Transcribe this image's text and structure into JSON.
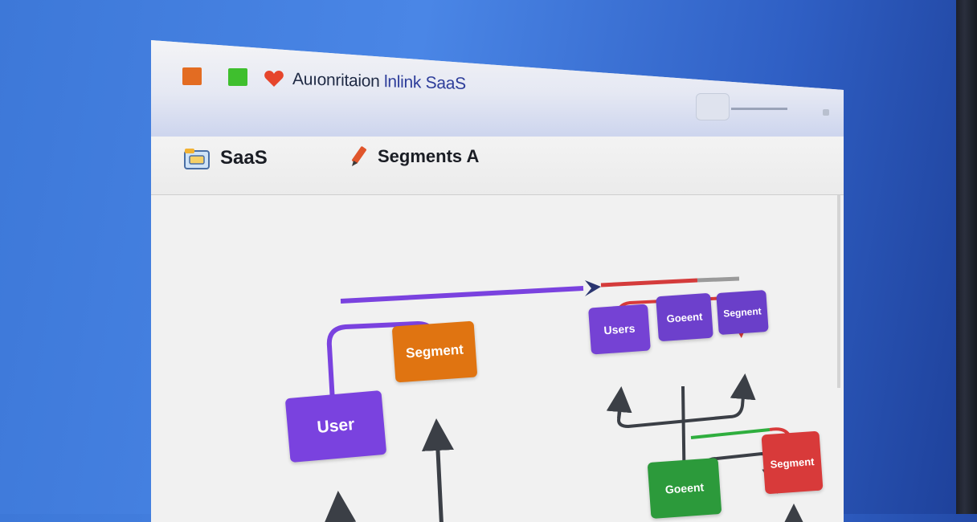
{
  "window": {
    "title_part1": "Auıonritaion",
    "title_part2": "lnlink SaaS"
  },
  "tabs": {
    "saas_label": "SaaS",
    "segments_label": "Segments A"
  },
  "icons": {
    "close": "orange-square-icon",
    "maximize": "green-square-icon",
    "app": "heart-icon",
    "saas_tab": "folder-icon",
    "segments_tab": "pencil-icon",
    "flow_arrowhead": "arrowhead-icon"
  },
  "diagram": {
    "nodes": {
      "user": "User",
      "segment": "Segment",
      "users_small": "Users",
      "content_top": "Goeent",
      "segment_small": "Segnent",
      "content_bottom": "Goeent",
      "segment_red": "Segment"
    }
  },
  "colors": {
    "purple": "#7a42df",
    "orange": "#e07411",
    "green": "#2c9a3b",
    "red": "#d83a3a",
    "dark_arrow": "#3b3f46",
    "background_blue": "#4a86e6"
  }
}
